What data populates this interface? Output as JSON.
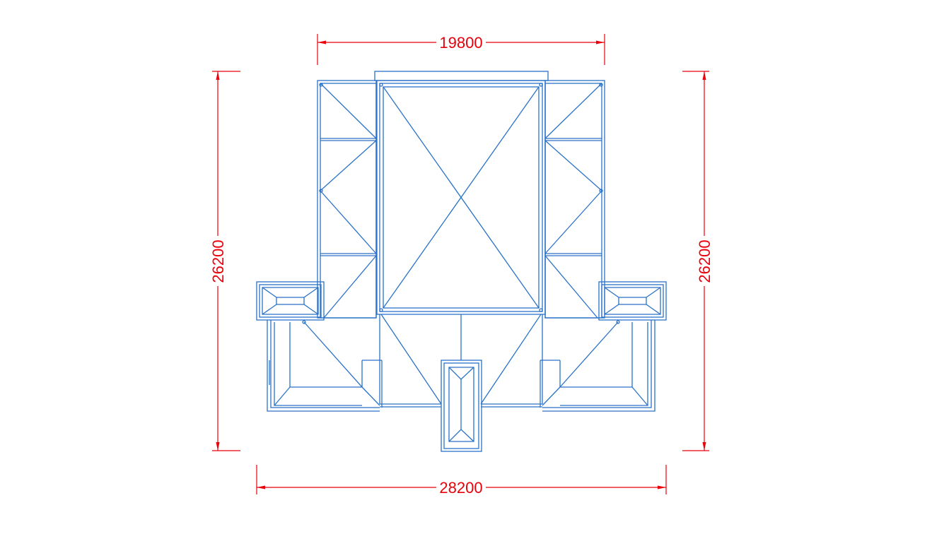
{
  "colors": {
    "dimension": "#e8000b",
    "outline": "#2a72c8",
    "background": "#ffffff"
  },
  "dimensions": {
    "top": "19800",
    "bottom": "28200",
    "left": "26200",
    "right": "26200"
  }
}
